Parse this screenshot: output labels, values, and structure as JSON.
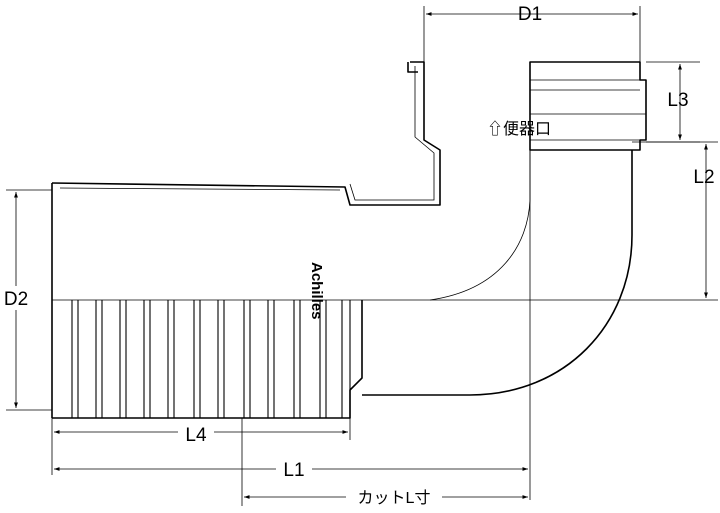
{
  "labels": {
    "d1": "D1",
    "d2": "D2",
    "l1": "L1",
    "l2": "L2",
    "l3": "L3",
    "l4": "L4",
    "cut_length": "カットL寸",
    "toilet_side": "⇧便器口",
    "brand_mark": "Achilles"
  }
}
